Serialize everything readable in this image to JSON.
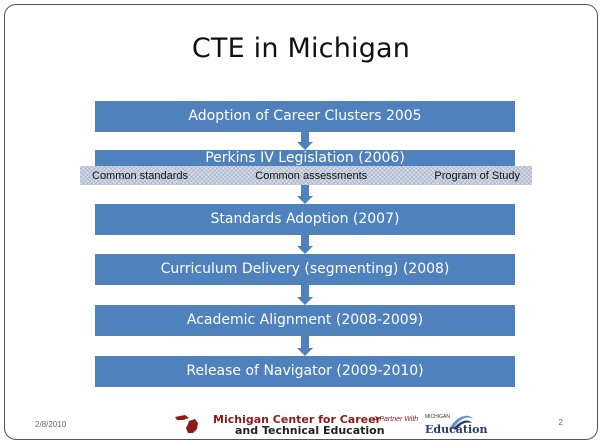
{
  "slide": {
    "title": "CTE in Michigan",
    "steps": [
      "Adoption of Career Clusters 2005",
      "Perkins IV Legislation (2006)",
      "Standards Adoption (2007)",
      "Curriculum Delivery (segmenting) (2008)",
      "Academic Alignment (2008-2009)",
      "Release of Navigator (2009-2010)"
    ],
    "perkins_items": [
      "Common standards",
      "Common assessments",
      "Program of Study"
    ],
    "footer": {
      "date": "2/8/2010",
      "page_number": "2",
      "logo_line1": "Michigan Center for Career",
      "logo_line2": "and Technical Education",
      "partner_text": "A Partner With",
      "edu_top": "MICHIGAN",
      "edu_bottom": "Education"
    }
  },
  "colors": {
    "box_fill": "#4f81bd",
    "text": "#ffffff",
    "logo_red": "#8b1a1a"
  }
}
